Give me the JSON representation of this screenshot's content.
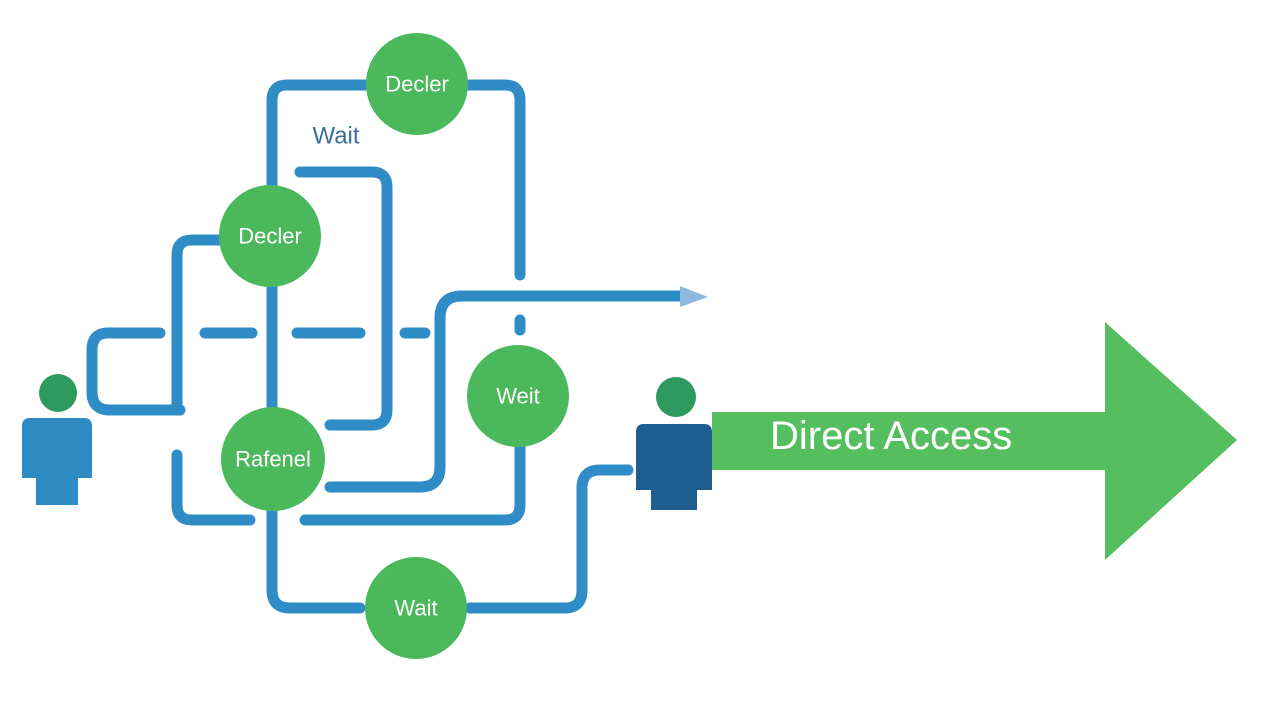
{
  "nodes": [
    {
      "id": "decider-top",
      "label": "Decler"
    },
    {
      "id": "decider-mid",
      "label": "Decler"
    },
    {
      "id": "wait-right",
      "label": "Weit"
    },
    {
      "id": "referral",
      "label": "Rafenel"
    },
    {
      "id": "wait-bottom",
      "label": "Wait"
    }
  ],
  "labels": {
    "wait_floating": "Wait"
  },
  "arrow": {
    "label": "Direct Access"
  },
  "people": [
    {
      "id": "person-left",
      "icon": "person-icon"
    },
    {
      "id": "person-right",
      "icon": "person-icon"
    }
  ],
  "colors": {
    "node_green": "#4cb85c",
    "arrow_green": "#55be5e",
    "path_blue": "#2f8cc7",
    "person_head_green": "#2e9a5e",
    "person_body_light": "#2f8bc3",
    "person_body_dark": "#1e5d8e",
    "label_blue": "#3a6f9e"
  }
}
